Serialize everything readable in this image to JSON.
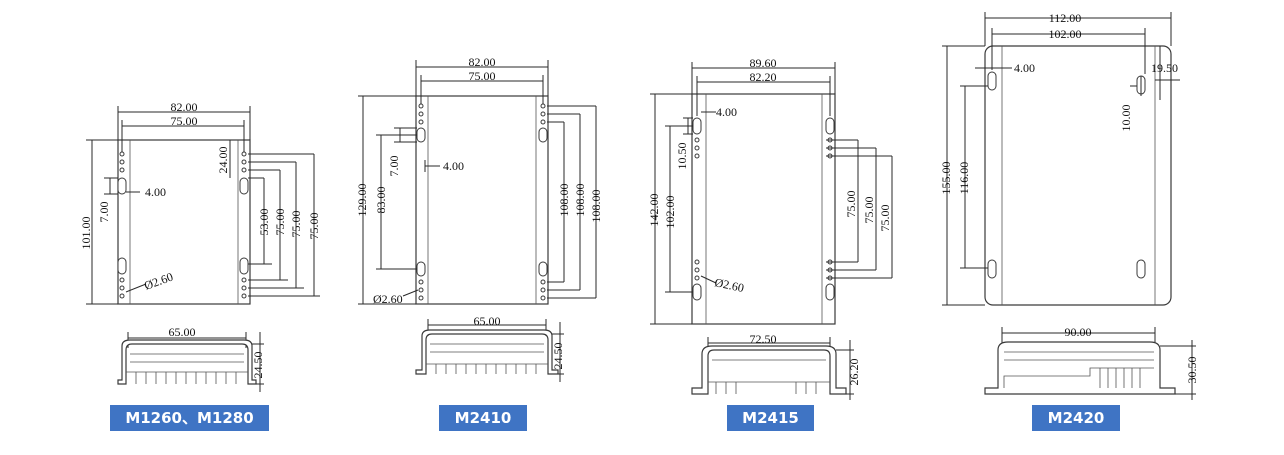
{
  "models": [
    {
      "label": "M1260、M1280",
      "dims": {
        "overall_width": "82.00",
        "hole_pitch": "75.00",
        "height": "101.00",
        "slot": "7.00",
        "edge_offset": "4.00",
        "top_offset": "24.00",
        "vert_a": "53.00",
        "vert_b": "75.00",
        "vert_c": "75.00",
        "vert_d": "75.00",
        "hole_dia": "Ø2.60",
        "profile_width": "65.00",
        "profile_height": "24.50"
      }
    },
    {
      "label": "M2410",
      "dims": {
        "overall_width": "82.00",
        "hole_pitch": "75.00",
        "height": "129.00",
        "slot_pitch": "83.00",
        "slot": "7.00",
        "edge_offset": "4.00",
        "vert_a": "108.00",
        "vert_b": "108.00",
        "vert_c": "108.00",
        "hole_dia": "Ø2.60",
        "profile_width": "65.00",
        "profile_height": "24.50"
      }
    },
    {
      "label": "M2415",
      "dims": {
        "overall_width": "89.60",
        "hole_pitch": "82.20",
        "height": "142.00",
        "slot_pitch": "102.00",
        "slot": "10.50",
        "edge_offset": "4.00",
        "vert_a": "75.00",
        "vert_b": "75.00",
        "vert_c": "75.00",
        "hole_dia": "Ø2.60",
        "profile_width": "72.50",
        "profile_height": "26.20"
      }
    },
    {
      "label": "M2420",
      "dims": {
        "overall_width": "112.00",
        "hole_pitch": "102.00",
        "height": "155.00",
        "slot_pitch": "116.00",
        "edge_offset": "4.00",
        "corner_offset": "19.50",
        "slot": "10.00",
        "profile_width": "90.00",
        "profile_height": "30.50"
      }
    }
  ]
}
